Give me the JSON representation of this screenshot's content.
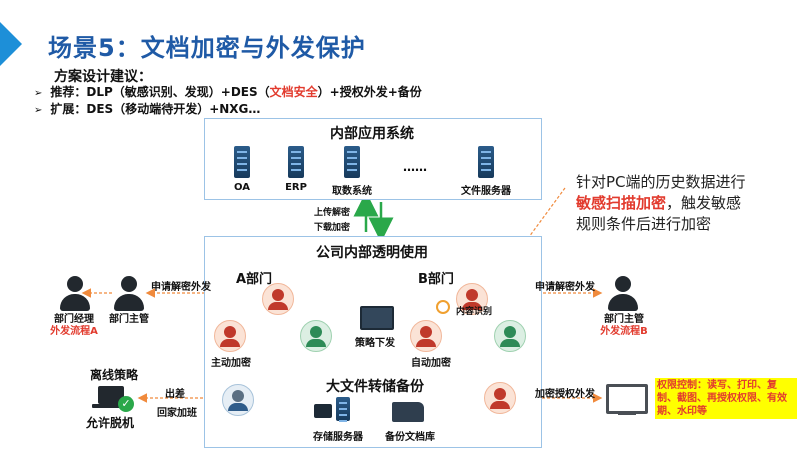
{
  "title": "场景5：文档加密与外发保护",
  "subtitle": "方案设计建议：",
  "bullets": [
    {
      "prefix": "推荐：DLP（敏感识别、发现）+DES（",
      "highlight": "文档安全",
      "suffix": "）+授权外发+备份"
    },
    {
      "prefix": "扩展：DES（移动端待开发）+NXG…",
      "highlight": "",
      "suffix": ""
    }
  ],
  "internal_box": {
    "title": "内部应用系统",
    "servers": [
      "OA",
      "ERP",
      "取数系统",
      "文件服务器"
    ],
    "ellipsis": "……"
  },
  "sync": {
    "up": "上传解密",
    "down": "下载加密"
  },
  "company_box": {
    "title": "公司内部透明使用",
    "dept_a": "A部门",
    "dept_b": "B部门",
    "active_encrypt": "主动加密",
    "policy_dispatch": "策略下发",
    "auto_encrypt": "自动加密",
    "content_recognition": "内容识别",
    "backup_title": "大文件转储备份",
    "storage_server": "存储服务器",
    "backup_library": "备份文档库"
  },
  "left_flow": {
    "request": "申请解密外发",
    "manager": "部门主管",
    "dept_manager": "部门经理",
    "process": "外发流程A"
  },
  "right_flow": {
    "request": "申请解密外发",
    "manager": "部门主管",
    "process": "外发流程B"
  },
  "offline": {
    "title": "离线策略",
    "allow": "允许脱机",
    "trip": "出差",
    "home": "回家加班"
  },
  "encrypted_send": "加密授权外发",
  "note": {
    "line1": "针对PC端的历史数据进行",
    "highlight": "敏感扫描加密",
    "line2_suffix": "，触发敏感",
    "line3": "规则条件后进行加密"
  },
  "permission": "权限控制：读写、打印、复制、截图、再授权权限、有效期、水印等",
  "colors": {
    "title": "#1f5aa6",
    "accent": "#e23b2e",
    "box_border": "#9cc3e6",
    "arrow_orange": "#f08a3c",
    "arrow_green": "#2aa84a",
    "highlight_bg": "#ffff00"
  }
}
